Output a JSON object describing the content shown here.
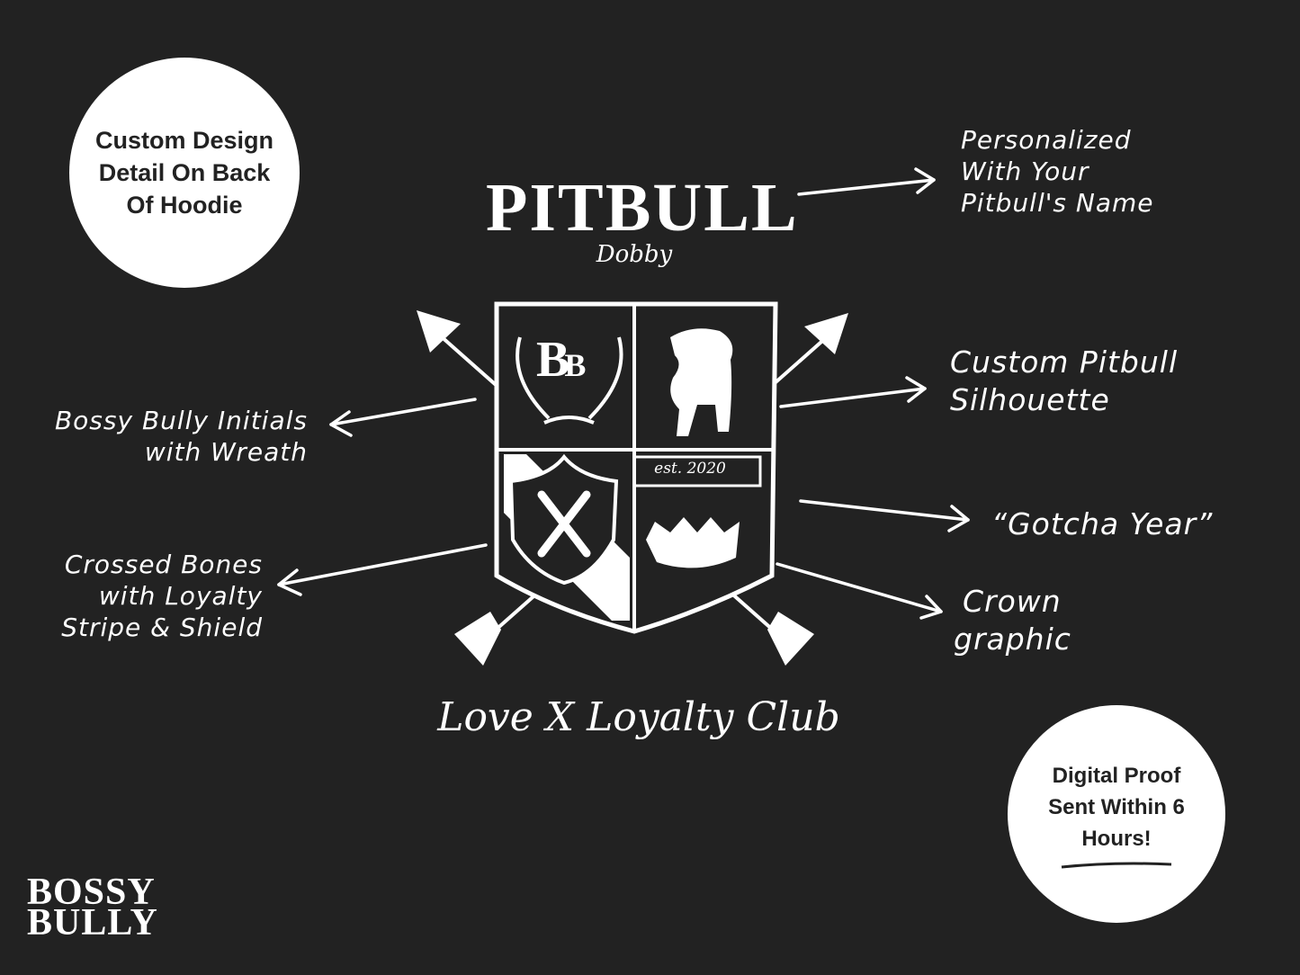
{
  "badges": {
    "top_left": "Custom Design Detail On Back Of Hoodie",
    "bottom_right": "Digital Proof Sent Within 6 Hours!"
  },
  "crest": {
    "title": "PITBULL",
    "dog_name": "Dobby",
    "initials_big": "B",
    "initials_small": "B",
    "established": "est. 2020",
    "motto": "Love X Loyalty Club"
  },
  "callouts": {
    "name": [
      "Personalized",
      "With Your",
      "Pitbull's Name"
    ],
    "silhouette": [
      "Custom Pitbull",
      "Silhouette"
    ],
    "gotcha": "“Gotcha Year”",
    "crown": [
      "Crown",
      "graphic"
    ],
    "initials": [
      "Bossy Bully Initials",
      "with Wreath"
    ],
    "bones": [
      "Crossed Bones",
      "with Loyalty",
      "Stripe & Shield"
    ]
  },
  "brand": {
    "line1": "BOSSY",
    "line2": "BULLY"
  },
  "colors": {
    "background": "#222222",
    "foreground": "#ffffff"
  }
}
